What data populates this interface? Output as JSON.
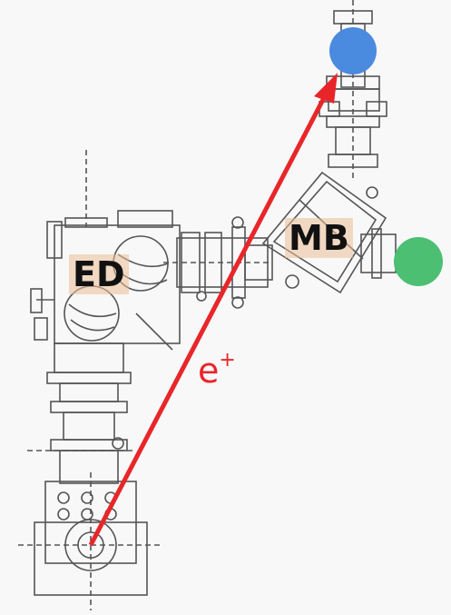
{
  "labels": {
    "ed": "ED",
    "mb": "MB",
    "particle": "e",
    "particle_sup": "+"
  },
  "colors": {
    "beam": "#e8262a",
    "detector_top": "#4a8be0",
    "detector_right": "#4cbf73",
    "drawing": "#555555",
    "label_bg": "#ebbe96"
  },
  "icons": {
    "top_detector": "blue-circle",
    "right_detector": "green-circle",
    "beam_path": "red-arrow"
  }
}
